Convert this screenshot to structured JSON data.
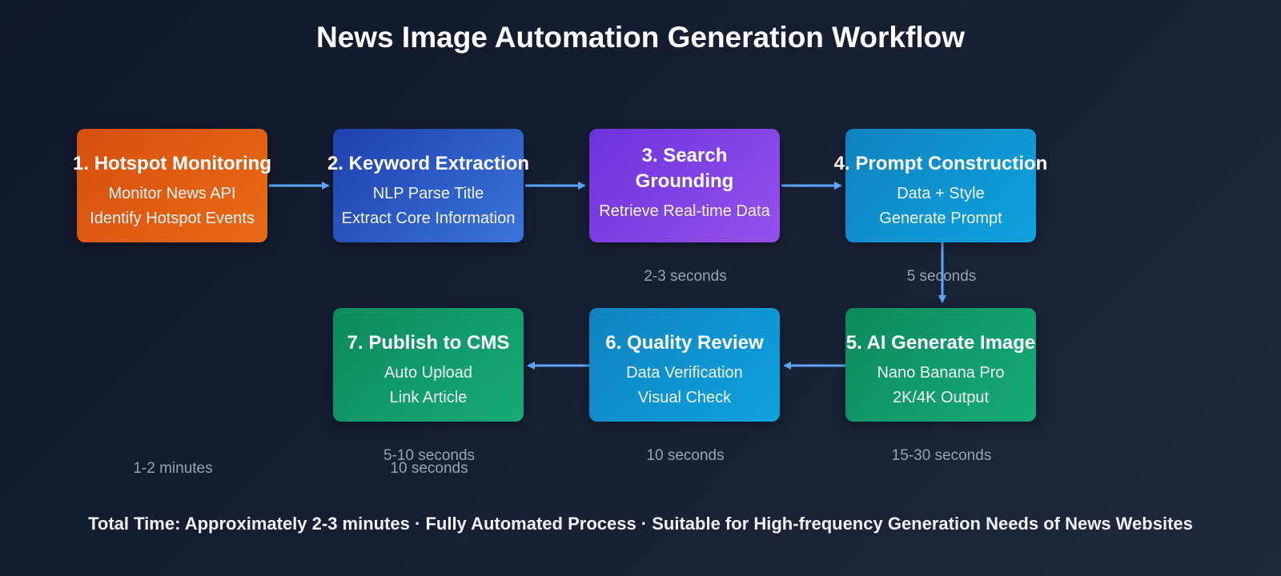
{
  "title": "News Image Automation Generation Workflow",
  "steps": [
    {
      "title": "1. Hotspot Monitoring",
      "lines": [
        "Monitor News API",
        "Identify Hotspot Events"
      ],
      "color": "#e35f12"
    },
    {
      "title": "2. Keyword Extraction",
      "lines": [
        "NLP Parse Title",
        "Extract Core Information"
      ],
      "color": "#2d5bc9"
    },
    {
      "title": "3. Search Grounding",
      "lines": [
        "Retrieve Real-time Data"
      ],
      "color": "#8445e6"
    },
    {
      "title": "4. Prompt Construction",
      "lines": [
        "Data + Style",
        "Generate Prompt"
      ],
      "color": "#0e93cf"
    },
    {
      "title": "5. AI Generate Image",
      "lines": [
        "Nano Banana Pro",
        "2K/4K Output"
      ],
      "color": "#129c6a"
    },
    {
      "title": "6. Quality Review",
      "lines": [
        "Data Verification",
        "Visual Check"
      ],
      "color": "#0e93cf"
    },
    {
      "title": "7. Publish to CMS",
      "lines": [
        "Auto Upload",
        "Link Article"
      ],
      "color": "#129c6a"
    }
  ],
  "timings": {
    "t1": "2-3 seconds",
    "t2": "5 seconds",
    "t3": "5-10 seconds",
    "t4": "10 seconds",
    "t5": "15-30 seconds",
    "t6": "1-2 minutes",
    "t7": "10 seconds"
  },
  "arrow_color": "#60a5fa",
  "footer": "Total Time: Approximately 2-3 minutes · Fully Automated Process · Suitable for High-frequency Generation Needs of News Websites"
}
